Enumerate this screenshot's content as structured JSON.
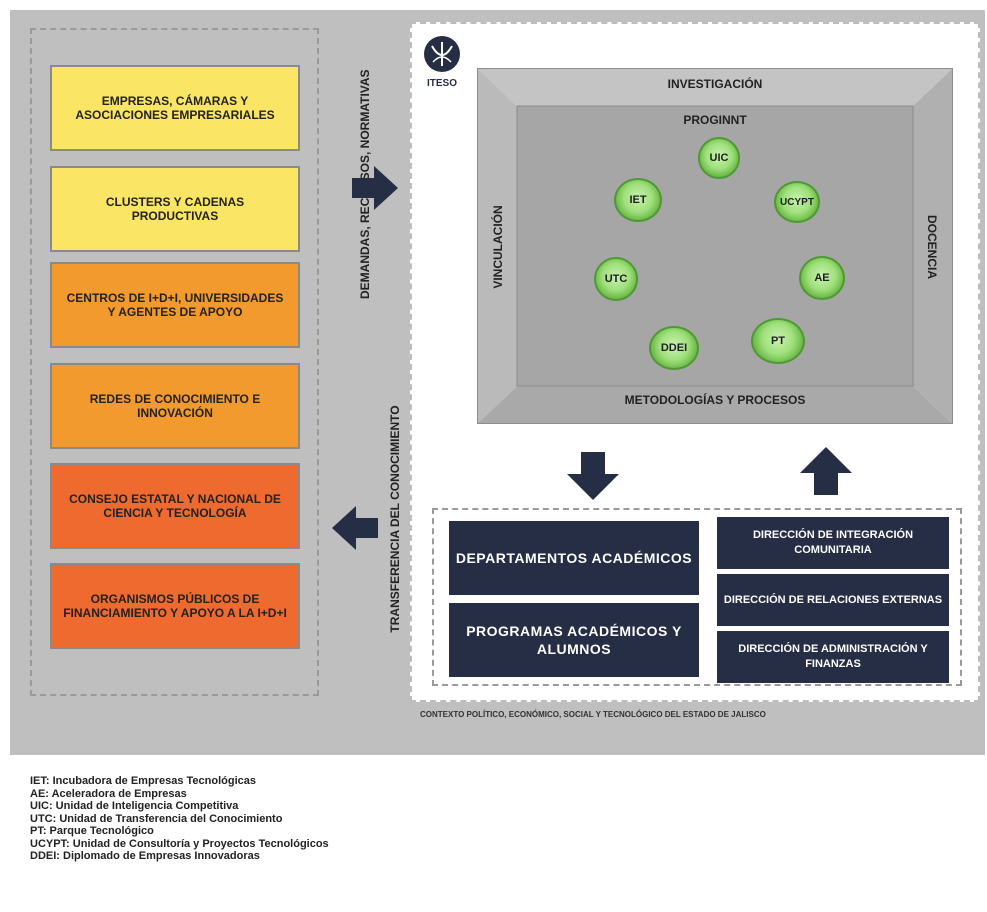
{
  "left_boxes": [
    {
      "label": "EMPRESAS, CÁMARAS Y ASOCIACIONES EMPRESARIALES",
      "color": "#fbe565"
    },
    {
      "label": "CLUSTERS Y CADENAS PRODUCTIVAS",
      "color": "#fbe565"
    },
    {
      "label": "CENTROS DE I+D+I, UNIVERSIDADES Y AGENTES DE APOYO",
      "color": "#f39a2e"
    },
    {
      "label": "REDES DE CONOCIMIENTO E INNOVACIÓN",
      "color": "#f39a2e"
    },
    {
      "label": "CONSEJO ESTATAL Y NACIONAL DE CIENCIA Y TECNOLOGÍA",
      "color": "#ee6a2f"
    },
    {
      "label": "ORGANISMOS PÚBLICOS DE FINANCIAMIENTO Y APOYO A LA I+D+I",
      "color": "#ee6a2f"
    }
  ],
  "flows": {
    "top": "DEMANDAS, RECURSOS, NORMATIVAS",
    "bottom": "TRANSFERENCIA DEL CONOCIMIENTO"
  },
  "logo": {
    "text": "ITESO"
  },
  "frame": {
    "top": "INVESTIGACIÓN",
    "bottom": "METODOLOGÍAS Y PROCESOS",
    "left": "VINCULACIÓN",
    "right": "DOCENCIA",
    "center_title": "PROGINNT"
  },
  "units": [
    "UIC",
    "UCYPT",
    "AE",
    "PT",
    "DDEI",
    "UTC",
    "IET"
  ],
  "departments": {
    "left": [
      "DEPARTAMENTOS ACADÉMICOS",
      "PROGRAMAS ACADÉMICOS Y ALUMNOS"
    ],
    "right": [
      "DIRECCIÓN DE INTEGRACIÓN COMUNITARIA",
      "DIRECCIÓN DE RELACIONES EXTERNAS",
      "DIRECCIÓN DE ADMINISTRACIÓN Y FINANZAS"
    ]
  },
  "context": "CONTEXTO POLÍTICO, ECONÓMICO, SOCIAL Y TECNOLÓGICO DEL ESTADO DE JALISCO",
  "legend": [
    "IET: Incubadora de Empresas Tecnológicas",
    "AE: Aceleradora de Empresas",
    "UIC: Unidad de Inteligencia Competitiva",
    "UTC: Unidad de Transferencia del Conocimiento",
    "PT: Parque Tecnológico",
    "UCYPT: Unidad de Consultoría y Proyectos Tecnológicos",
    "DDEI: Diplomado de Empresas Innovadoras"
  ],
  "colors": {
    "navy": "#262e45",
    "arrow": "#262e45",
    "panel_bg": "#bfbfbf",
    "frame_gray": "#b3b3b3"
  }
}
